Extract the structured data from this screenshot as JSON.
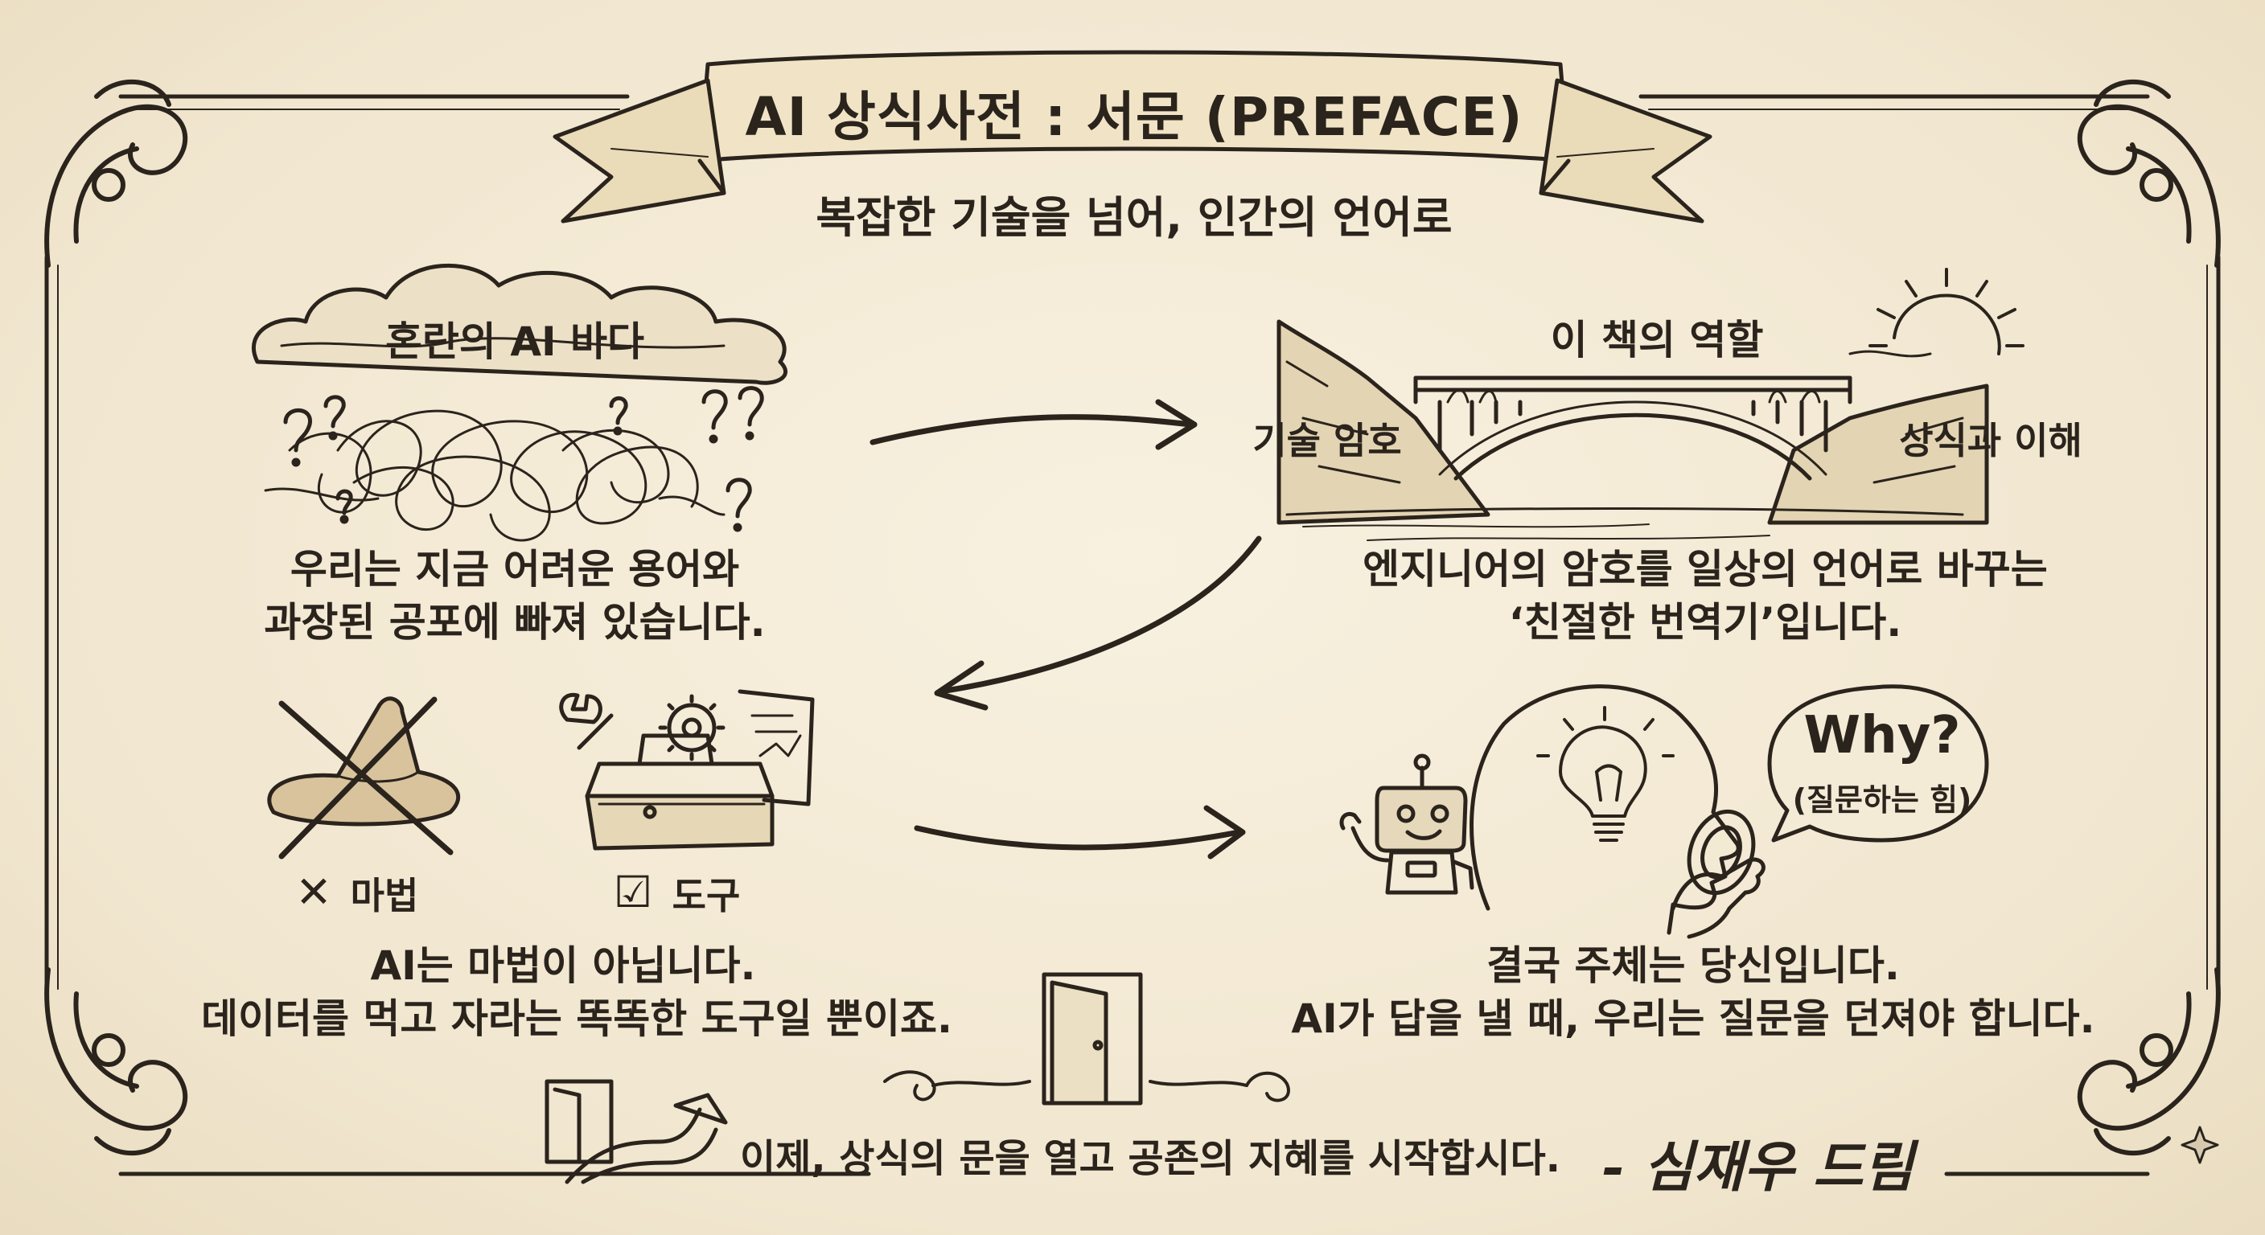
{
  "title": "AI 상식사전 : 서문 (PREFACE)",
  "subtitle": "복잡한 기술을 넘어, 인간의 언어로",
  "chaos": {
    "heading": "혼란의 AI 바다",
    "line1": "우리는 지금 어려운 용어와",
    "line2": "과장된 공포에 빠져 있습니다."
  },
  "bridge": {
    "heading": "이 책의 역할",
    "left_label": "기술 암호",
    "right_label": "상식과 이해",
    "line1": "엔지니어의 암호를 일상의 언어로 바꾸는",
    "line2": "‘친절한 번역기’입니다."
  },
  "tool": {
    "magic_mark": "✕",
    "magic_label": "마법",
    "tool_mark": "☑",
    "tool_label": "도구",
    "line1": "AI는 마법이 아닙니다.",
    "line2": "데이터를 먹고 자라는 똑똑한 도구일 뿐이죠."
  },
  "question": {
    "bubble_main": "Why?",
    "bubble_sub": "(질문하는 힘)",
    "line1": "결국 주체는 당신입니다.",
    "line2": "AI가 답을 낼 때, 우리는 질문을 던져야 합니다."
  },
  "footer": {
    "closing": "이제, 상식의 문을 열고 공존의 지혜를 시작합시다.",
    "signature": "- 심재우 드림"
  },
  "colors": {
    "ink": "#2b241d",
    "paper": "#f3ead6"
  }
}
